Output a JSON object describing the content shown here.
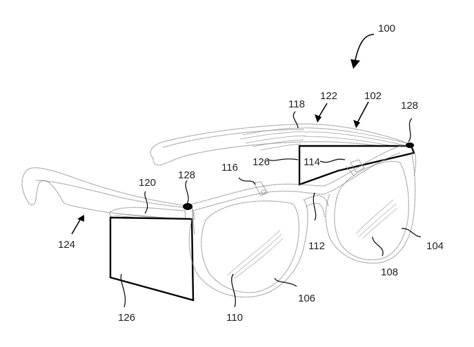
{
  "figure": {
    "title": "Smart eyewear device perspective drawing",
    "colors": {
      "line_art": "#8a8a8a",
      "leader_lines": "#111111",
      "display_outline": "#000000",
      "background": "#ffffff"
    },
    "reference_numerals": {
      "device": "100",
      "frame": "102",
      "lens_frame_right": "104",
      "lens_frame_left": "106",
      "lens_right": "108",
      "lens_left": "110",
      "bridge": "112",
      "hinge_right": "114",
      "hinge_left": "116",
      "temple_hatched_edge": "118",
      "electronics_module": "120",
      "temple_right": "122",
      "temple_left": "124",
      "display_right": "126",
      "display_left": "126",
      "sensor_left": "128",
      "sensor_right": "128"
    }
  }
}
